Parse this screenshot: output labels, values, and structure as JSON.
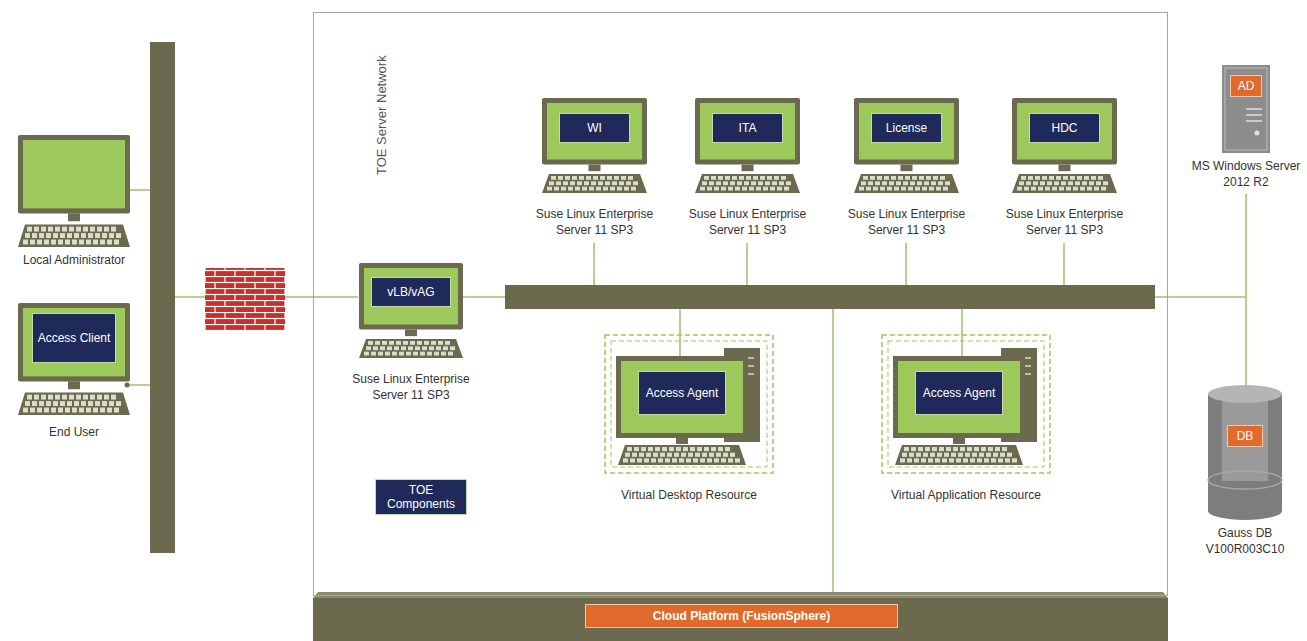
{
  "diagram": {
    "nodes": [
      {
        "text": [
          "Local Administrator"
        ]
      },
      {
        "text": [
          "End User"
        ]
      },
      {
        "text": [
          "Access Client"
        ],
        "in": 1
      },
      {
        "text": [
          "TOE Server Network"
        ]
      },
      {
        "text": [
          "Suse Linux Enterprise Server 11 SP3"
        ],
        "in": 3
      },
      {
        "text": [
          "WI"
        ],
        "in": 4
      },
      {
        "text": [
          "Suse Linux Enterprise Server 11 SP3"
        ],
        "in": 3
      },
      {
        "text": [
          "ITA"
        ],
        "in": 6
      },
      {
        "text": [
          "Suse Linux Enterprise Server 11 SP3"
        ],
        "in": 3
      },
      {
        "text": [
          "License"
        ],
        "in": 8
      },
      {
        "text": [
          "Suse Linux Enterprise Server 11 SP3"
        ],
        "in": 3
      },
      {
        "text": [
          "HDC"
        ],
        "in": 10
      },
      {
        "text": [
          "Suse Linux Enterprise Server 11 SP3"
        ],
        "in": 3
      },
      {
        "text": [
          "vLB/vAG"
        ],
        "in": 12
      },
      {
        "text": [
          "Virtual Desktop Resource"
        ],
        "in": 3
      },
      {
        "text": [
          "Access Agent"
        ],
        "in": 14
      },
      {
        "text": [
          "Virtual Application Resource"
        ],
        "in": 3
      },
      {
        "text": [
          "Access Agent"
        ],
        "in": 16
      },
      {
        "text": [
          "TOE Components"
        ],
        "in": 3
      },
      {
        "text": [
          "MS Windows Server 2012 R2"
        ]
      },
      {
        "text": [
          "AD"
        ],
        "in": 19
      },
      {
        "text": [
          "Gauss DB V100R003C10"
        ]
      },
      {
        "text": [
          "DB"
        ],
        "in": 21
      },
      {
        "text": [
          "Cloud Platform (FusionSphere)"
        ]
      }
    ]
  }
}
